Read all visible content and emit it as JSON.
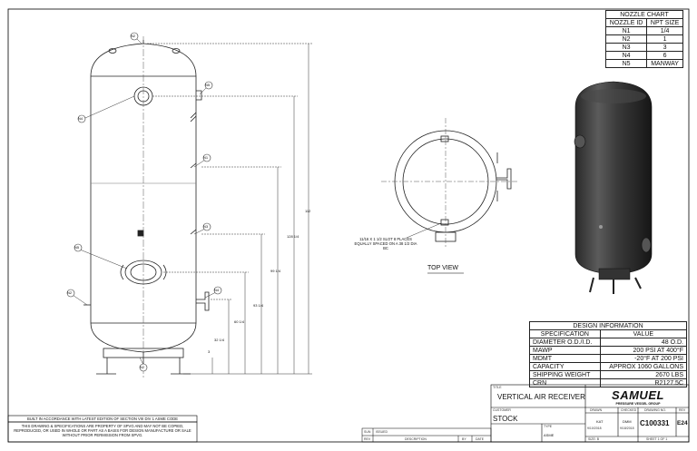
{
  "nozzle_chart": {
    "title": "NOZZLE CHART",
    "headers": [
      "NOZZLE ID",
      "NPT SIZE"
    ],
    "rows": [
      [
        "N1",
        "1/4"
      ],
      [
        "N2",
        "1"
      ],
      [
        "N3",
        "3"
      ],
      [
        "N4",
        "6"
      ],
      [
        "N5",
        "MANWAY"
      ]
    ]
  },
  "design_info": {
    "title": "DESIGN INFORMATION",
    "headers": [
      "SPECIFICATION",
      "VALUE"
    ],
    "rows": [
      [
        "DIAMETER O.D./I.D.",
        "48 O.D."
      ],
      [
        "MAWP",
        "200 PSI AT 400°F"
      ],
      [
        "MDMT",
        "-20°F AT 200 PSI"
      ],
      [
        "CAPACITY",
        "APPROX 1060 GALLONS"
      ],
      [
        "SHIPPING WEIGHT",
        "2670 LBS"
      ],
      [
        "CRN",
        "R2127.5C"
      ]
    ]
  },
  "side_view": {
    "dimensions": [
      "112",
      "128 1/4",
      "99 1/4",
      "93 1/4",
      "60 1/4",
      "32 1/4",
      "3"
    ],
    "nozzle_tags": [
      "N2",
      "N4",
      "N5",
      "N1",
      "N3",
      "N5",
      "N2",
      "N4",
      "N2"
    ]
  },
  "top_view": {
    "label": "TOP VIEW",
    "slot_note": "11/16 X 1 1/2 SLOT 8 PLACES EQUALLY SPACED ON A 38 1/2 DIA BC"
  },
  "notes": {
    "code": "BUILT IN ACCORDANCE WITH LATEST EDITION OF SECTION VIII DIV 1 ASME CODE",
    "proprietary": "THIS DRAWING & SPECIFICATIONS ARE PROPERTY OF SPVG AND MAY NOT BE COPIED, REPRODUCED, OR USED IN WHOLE OR PART AS A BASIS FOR DESIGN MANUFACTURE OR SALE WITHOUT PRIOR PERMISSION FROM SPVG."
  },
  "revision_block": {
    "row1": [
      "SUN",
      "ISSUED"
    ],
    "headers": [
      "REV",
      "DESCRIPTION",
      "BY",
      "DATE"
    ]
  },
  "title_block": {
    "title_label": "TITLE",
    "title": "VERTICAL AIR RECEIVER",
    "customer_label": "CUSTOMER",
    "customer": "STOCK",
    "type_label": "TYPE",
    "type": "ASME",
    "logo_text": "SAMUEL",
    "logo_sub": "PRESSURE VESSEL GROUP",
    "drawn_label": "DRAWN",
    "drawn_by": "KAT",
    "drawn_date": "9/10/2018",
    "checked_label": "CHECKED",
    "checked_by": "DMM",
    "checked_date": "9/18/2018",
    "drawing_no_label": "DRAWING NO.",
    "drawing_no": "C100331",
    "rev_label": "REV",
    "rev": "E24",
    "size_label": "SIZE: B",
    "sheet": "SHEET 1 OF 1"
  }
}
